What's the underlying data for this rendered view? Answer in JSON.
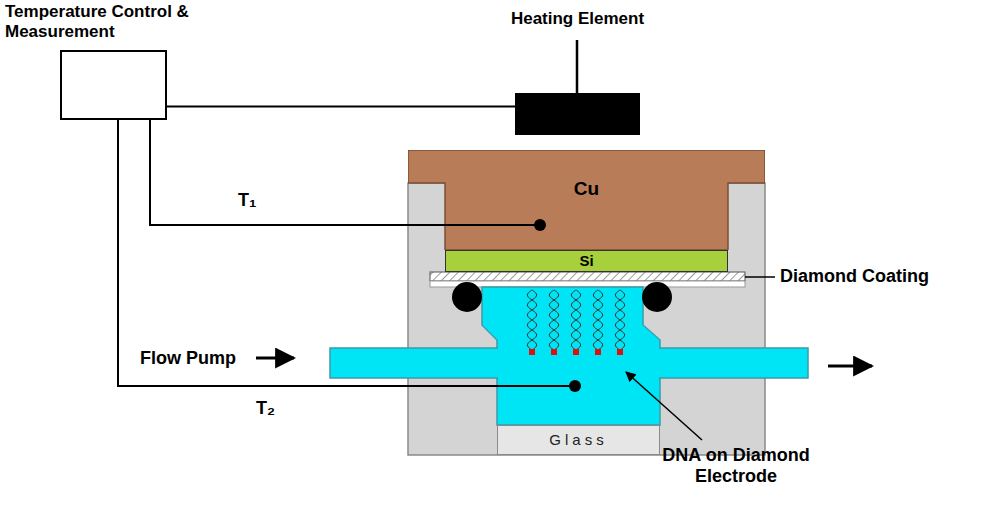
{
  "diagram": {
    "nodes": [
      {
        "text": [
          "Temperature Control & Measurement"
        ]
      },
      {
        "text": [
          "Heating Element"
        ]
      },
      {
        "text": [
          "Cu"
        ]
      },
      {
        "text": [
          "Si"
        ]
      },
      {
        "text": [
          "Glass"
        ]
      }
    ],
    "edges": [
      {
        "from": 0,
        "to": 1,
        "arrow": "none"
      }
    ],
    "labels": [
      "T₁",
      "Diamond Coating",
      "Flow Pump",
      "T₂",
      "DNA on Diamond Electrode"
    ]
  }
}
